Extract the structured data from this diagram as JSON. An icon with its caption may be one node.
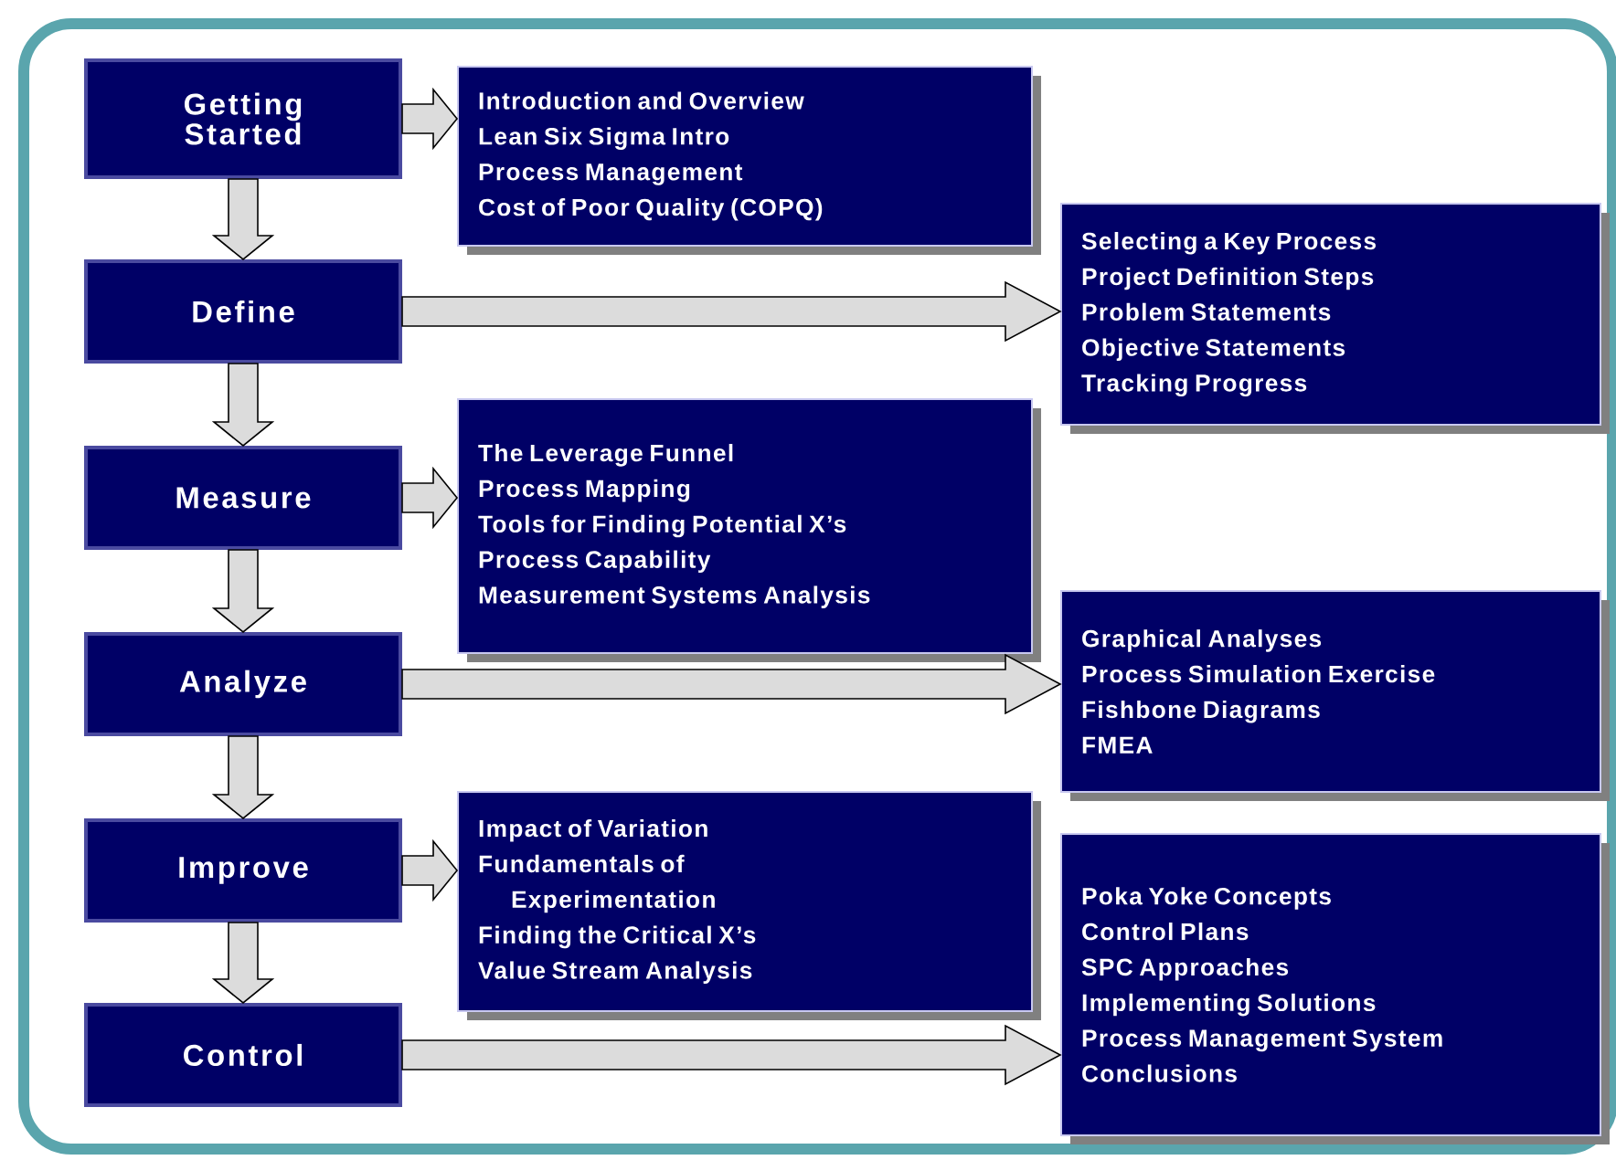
{
  "diagram": {
    "nodes": [
      {
        "text": [
          "Getting Started"
        ]
      },
      {
        "text": [
          "Introduction and Overview",
          "Lean Six Sigma Intro",
          "Process Management",
          "Cost of Poor Quality (COPQ)"
        ]
      },
      {
        "text": [
          "Define"
        ]
      },
      {
        "text": [
          "Selecting a Key Process",
          "Project Definition Steps",
          "Problem Statements",
          "Objective Statements",
          "Tracking Progress"
        ]
      },
      {
        "text": [
          "Measure"
        ]
      },
      {
        "text": [
          "The Leverage Funnel",
          "Process Mapping",
          "Tools for Finding Potential X’s",
          "Process Capability",
          "Measurement Systems Analysis"
        ]
      },
      {
        "text": [
          "Analyze"
        ]
      },
      {
        "text": [
          "Graphical Analyses",
          "Process Simulation Exercise",
          "Fishbone Diagrams",
          "FMEA"
        ]
      },
      {
        "text": [
          "Improve"
        ]
      },
      {
        "text": [
          "Impact of Variation",
          "Fundamentals of Experimentation",
          "Finding the Critical X’s",
          "Value Stream Analysis"
        ]
      },
      {
        "text": [
          "Control"
        ]
      },
      {
        "text": [
          "Poka Yoke Concepts",
          "Control Plans",
          "SPC Approaches",
          "Implementing Solutions",
          "Process Management System",
          "Conclusions"
        ]
      }
    ],
    "edges": [
      {
        "from": 0,
        "to": 1,
        "arrow": "to"
      },
      {
        "from": 0,
        "to": 2,
        "arrow": "to"
      },
      {
        "from": 2,
        "to": 3,
        "arrow": "to"
      },
      {
        "from": 2,
        "to": 4,
        "arrow": "to"
      },
      {
        "from": 4,
        "to": 5,
        "arrow": "to"
      },
      {
        "from": 4,
        "to": 6,
        "arrow": "to"
      },
      {
        "from": 6,
        "to": 7,
        "arrow": "to"
      },
      {
        "from": 6,
        "to": 8,
        "arrow": "to"
      },
      {
        "from": 8,
        "to": 9,
        "arrow": "to"
      },
      {
        "from": 8,
        "to": 10,
        "arrow": "to"
      },
      {
        "from": 10,
        "to": 11,
        "arrow": "to"
      }
    ]
  }
}
